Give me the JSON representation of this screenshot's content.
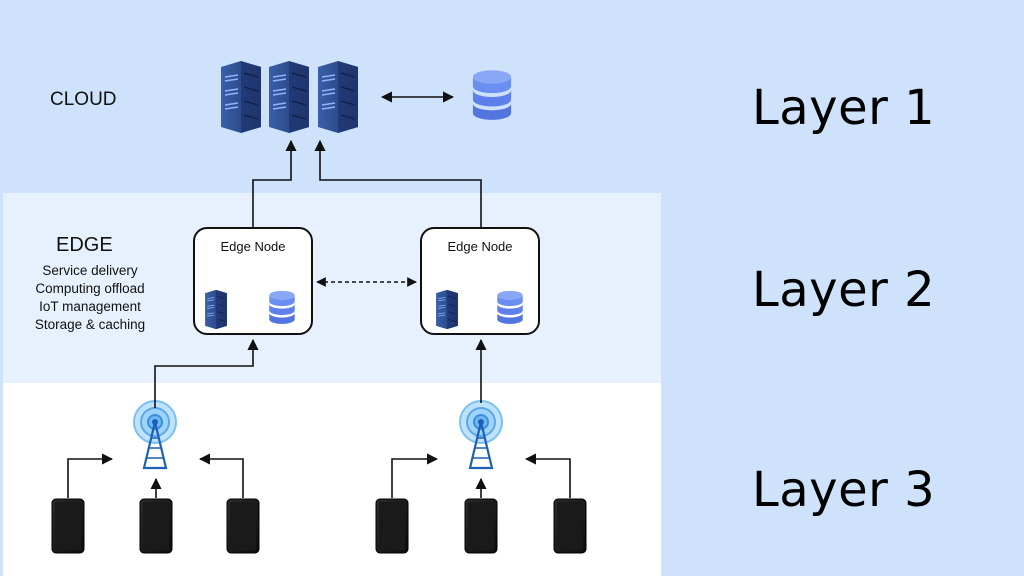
{
  "cloud": {
    "title": "CLOUD"
  },
  "edge": {
    "title": "EDGE",
    "roles": [
      "Service delivery",
      "Computing offload",
      "IoT management",
      "Storage & caching"
    ],
    "nodes": [
      {
        "label": "Edge Node"
      },
      {
        "label": "Edge Node"
      }
    ]
  },
  "layers": [
    "Layer 1",
    "Layer 2",
    "Layer 3"
  ],
  "colors": {
    "cloud_band": "#cfe2fb",
    "edge_band": "#e7f1fd",
    "device_band": "#ffffff",
    "server": "#2f4f8f",
    "database": "#6b8ef2",
    "tower": "#4a9fe0",
    "device": "#222222"
  },
  "icons": [
    "server-icon",
    "database-icon",
    "antenna-tower-icon",
    "mobile-device-icon"
  ]
}
